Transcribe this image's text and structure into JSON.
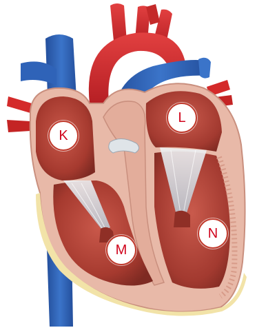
{
  "markers": [
    {
      "id": "K",
      "label": "K"
    },
    {
      "id": "L",
      "label": "L"
    },
    {
      "id": "M",
      "label": "M"
    },
    {
      "id": "N",
      "label": "N"
    }
  ],
  "colors": {
    "aorta_red": "#d42a2a",
    "vessel_blue": "#2f63b8",
    "pericardium_pink": "#e8b9a8",
    "chamber_muscle": "#b2473a",
    "chamber_dark": "#7e2a22",
    "valve_white": "#dfe4e8",
    "outer_fat": "#f2e3a8",
    "label_text": "#d0021b"
  }
}
